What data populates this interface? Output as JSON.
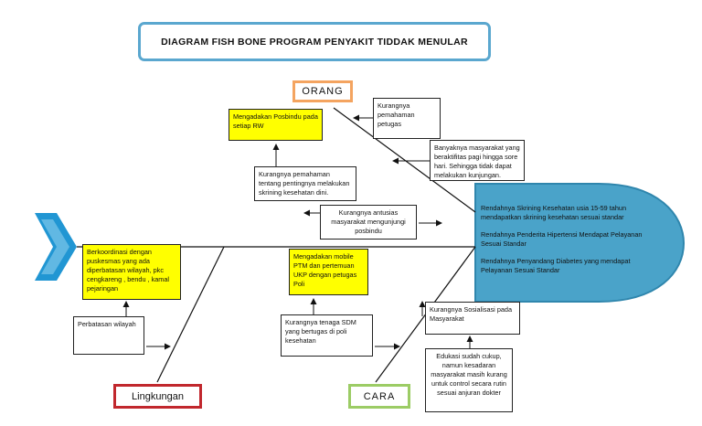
{
  "title": "DIAGRAM  FISH BONE PROGRAM PENYAKIT TIDDAK MENULAR",
  "categories": {
    "orang": "ORANG",
    "lingkungan": "Lingkungan",
    "cara": "CARA"
  },
  "head": {
    "line1": "Rendahnya Skrining Kesehatan usia 15-59 tahun mendapatkan skrining kesehatan sesuai standar",
    "line2": "Rendahnya Penderita Hipertensi Mendapat Pelayanan Sesuai Standar",
    "line3": "Rendahnya Penyandang Diabetes yang mendapat Pelayanan Sesuai Standar"
  },
  "orang": {
    "solution": "Mengadakan  Posbindu pada setiap RW",
    "cause1": "Kurangnya pemahaman petugas",
    "cause2": "Banyaknya masyarakat yang beraktifitas pagi hingga sore hari. Sehingga tidak dapat melakukan kunjungan.",
    "cause3": "Kurangnya pemahaman tentang pentingnya melakukan skrining kesehatan dini.",
    "cause4": "Kurangnya antusias masyarakat mengunjungi posbindu"
  },
  "lingkungan": {
    "solution": "Berkoordinasi dengan puskesmas yang ada diperbatasan wilayah, pkc cengkareng , bendu , kamal pejaringan",
    "cause1": "Perbatasan wilayah"
  },
  "cara": {
    "solution": "Mengadakan mobile PTM dan pertemuan UKP dengan petugas Poli",
    "cause1": "Kurangnya tenaga SDM yang bertugas di poli kesehatan",
    "cause2": "Kurangnya Sosialisasi pada Masyarakat",
    "cause3": "Edukasi sudah cukup, namun kesadaran masyarakat masih kurang untuk control secara rutin sesuai anjuran dokter"
  },
  "colors": {
    "spine": "#111111",
    "head_fill": "#4aa3c9",
    "tail_fill": "#2196d3",
    "title_border": "#5aa7cf",
    "orang_border": "#f4a460",
    "lingkungan_border": "#c1272d",
    "cara_border": "#9ccc65",
    "solution_fill": "#ffff00"
  }
}
